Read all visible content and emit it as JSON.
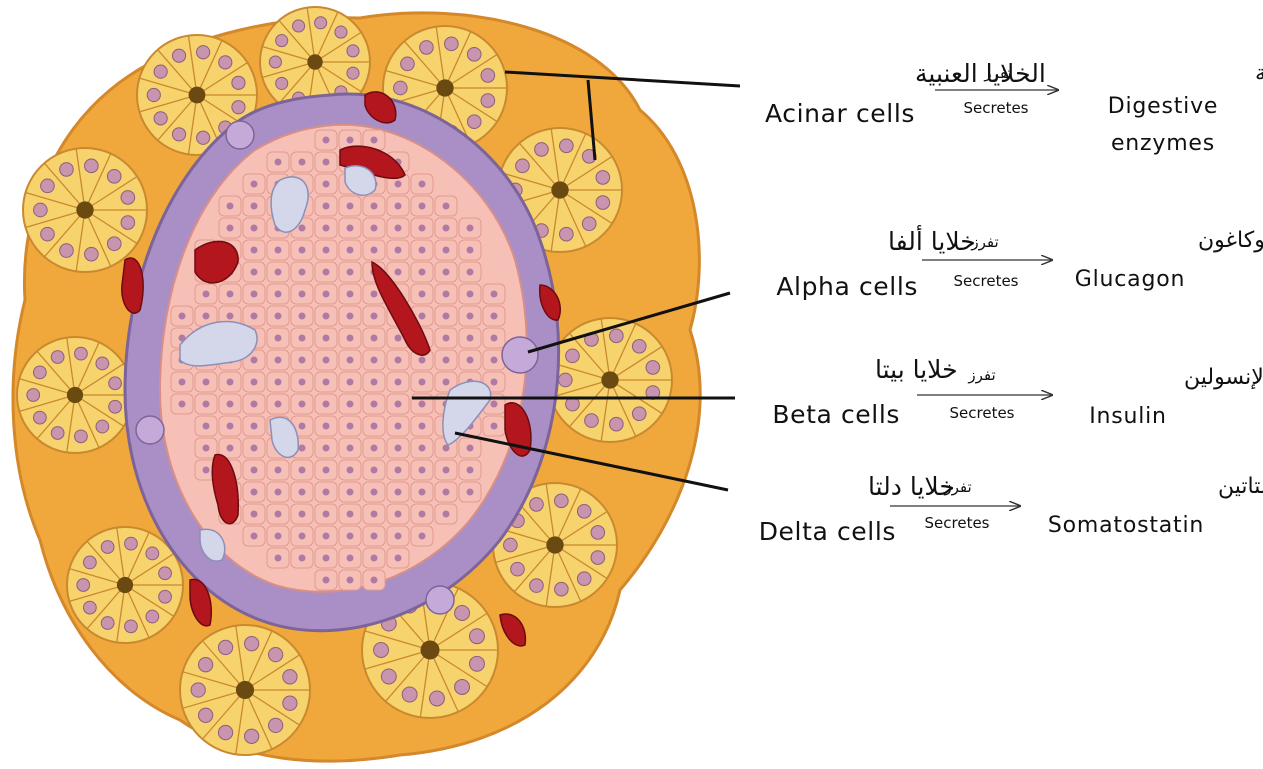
{
  "colors": {
    "acinus_fill": "#f7d36d",
    "acinus_stroke": "#c9892e",
    "tissue_background": "#f0a83c",
    "acinar_nucleus": "#c894ae",
    "islet_pink": "#f6c0b6",
    "alpha_purple": "#a98fc6",
    "beta_nucleus": "#b07aa6",
    "delta_lightblue": "#d4d6ea",
    "capillary_red": "#b3161c",
    "leader_line": "#111111"
  },
  "rows": [
    {
      "name_ar": "الخلايا العنبية",
      "name_en": "Acinar cells",
      "verb_ar": "تفرز",
      "verb_en": "Secretes",
      "product_ar": "إنزيمات هضمية",
      "product_en_line1": "Digestive",
      "product_en_line2": "enzymes"
    },
    {
      "name_ar": "خلايا ألفا",
      "name_en": "Alpha cells",
      "verb_ar": "تفرز",
      "verb_en": "Secretes",
      "product_ar": "الغلوكاغون",
      "product_en_line1": "Glucagon"
    },
    {
      "name_ar": "خلايا بيتا",
      "name_en": "Beta cells",
      "verb_ar": "تفرز",
      "verb_en": "Secretes",
      "product_ar": "الإنسولين",
      "product_en_line1": "Insulin"
    },
    {
      "name_ar": "خلايا دلتا",
      "name_en": "Delta cells",
      "verb_ar": "تفرز",
      "verb_en": "Secretes",
      "product_ar": "السوماتوستاتين",
      "product_en_line1": "Somatostatin"
    }
  ]
}
